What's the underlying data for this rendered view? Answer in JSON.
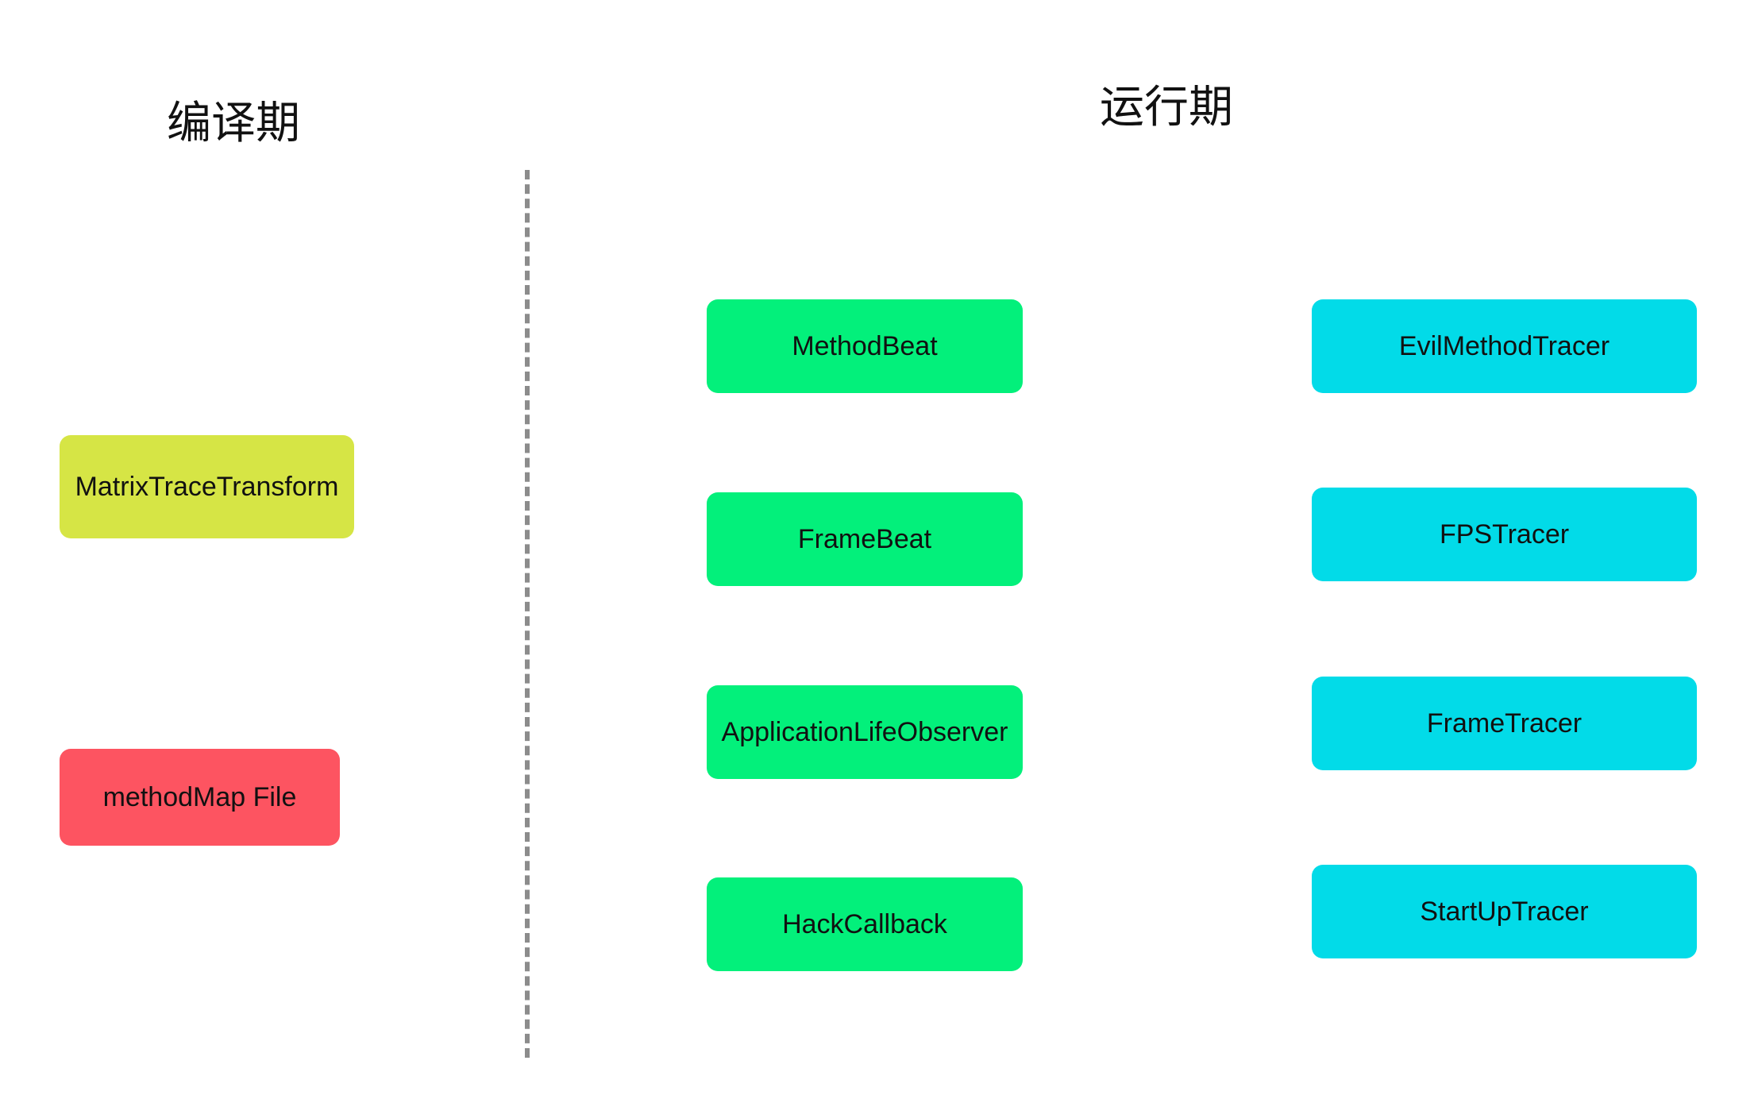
{
  "headings": {
    "compile_time": "编译期",
    "runtime": "运行期"
  },
  "compile_boxes": [
    {
      "label": "MatrixTraceTransform",
      "color": "#d6e545"
    },
    {
      "label": "methodMap File",
      "color": "#fd5461"
    }
  ],
  "runtime_beats": [
    {
      "label": "MethodBeat",
      "color": "#03f07b"
    },
    {
      "label": "FrameBeat",
      "color": "#03f07b"
    },
    {
      "label": "ApplicationLifeObserver",
      "color": "#03f07b"
    },
    {
      "label": "HackCallback",
      "color": "#03f07b"
    }
  ],
  "runtime_tracers": [
    {
      "label": "EvilMethodTracer",
      "color": "#02dbe8"
    },
    {
      "label": "FPSTracer",
      "color": "#02dbe8"
    },
    {
      "label": "FrameTracer",
      "color": "#02dbe8"
    },
    {
      "label": "StartUpTracer",
      "color": "#02dbe8"
    }
  ]
}
